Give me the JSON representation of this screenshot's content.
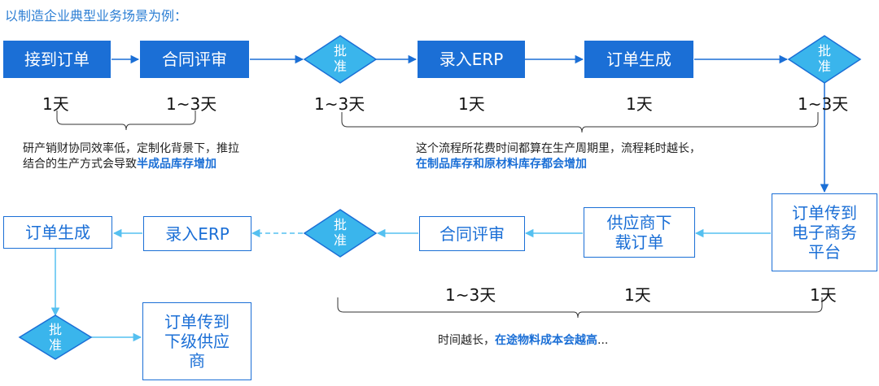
{
  "title": "以制造企业典型业务场景为例：",
  "colors": {
    "primary": "#1b6fd6",
    "diamond": "#3ab5ec",
    "arrow_light": "#55c0f0",
    "arrow_dark": "#1b6fd6"
  },
  "row1": {
    "receive_order": "接到订单",
    "contract_review": "合同评审",
    "approve_1": [
      "批",
      "准"
    ],
    "enter_erp": "录入ERP",
    "order_generated": "订单生成",
    "approve_2": [
      "批",
      "准"
    ]
  },
  "row1_durations": [
    "1天",
    "1~3天",
    "1~3天",
    "1天",
    "1天",
    "1~3天"
  ],
  "note1": {
    "line1": "研产销财协同效率低，定制化背景下，推拉",
    "line2_plain": "结合的生产方式会导致",
    "line2_highlight": "半成品库存增加"
  },
  "note2": {
    "line1": "这个流程所花费时间都算在生产周期里，流程耗时越长，",
    "line2_highlight": "在制品库存和原材料库存都会增加"
  },
  "row2": {
    "ecommerce": [
      "订单传到",
      "电子商务",
      "平台"
    ],
    "supplier_download": [
      "供应商下",
      "载订单"
    ],
    "contract_review": "合同评审",
    "approve_3": [
      "批",
      "准"
    ],
    "enter_erp": "录入ERP",
    "order_generated": "订单生成"
  },
  "row2_durations": [
    "1~3天",
    "1天",
    "1天"
  ],
  "row3": {
    "approve_4": [
      "批",
      "准"
    ],
    "to_subsupplier": [
      "订单传到",
      "下级供应",
      "商"
    ]
  },
  "note3": {
    "plain": "时间越长，",
    "highlight": "在途物料成本会越高",
    "suffix": "..."
  }
}
